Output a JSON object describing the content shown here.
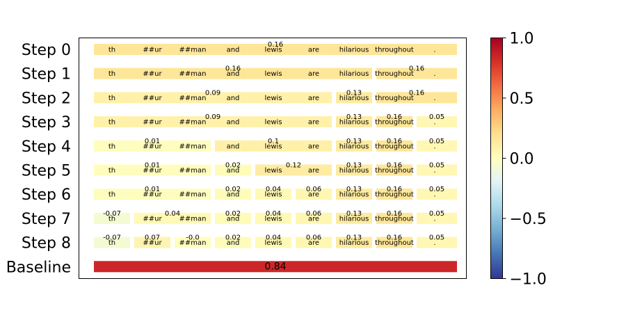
{
  "chart_data": {
    "type": "heatmap",
    "tokens": [
      "th",
      "##ur",
      "##man",
      "and",
      "lewis",
      "are",
      "hilarious",
      "throughout",
      "."
    ],
    "steps": [
      {
        "label": "Step 0",
        "segments": [
          {
            "start": 0,
            "end": 9,
            "value": 0.16
          }
        ]
      },
      {
        "label": "Step 1",
        "segments": [
          {
            "start": 0,
            "end": 7,
            "value": 0.16
          },
          {
            "start": 7,
            "end": 9,
            "value": 0.16
          }
        ]
      },
      {
        "label": "Step 2",
        "segments": [
          {
            "start": 0,
            "end": 6,
            "value": 0.09
          },
          {
            "start": 6,
            "end": 7,
            "value": 0.13
          },
          {
            "start": 7,
            "end": 9,
            "value": 0.16
          }
        ]
      },
      {
        "label": "Step 3",
        "segments": [
          {
            "start": 0,
            "end": 6,
            "value": 0.09
          },
          {
            "start": 6,
            "end": 7,
            "value": 0.13
          },
          {
            "start": 7,
            "end": 8,
            "value": 0.16
          },
          {
            "start": 8,
            "end": 9,
            "value": 0.05
          }
        ]
      },
      {
        "label": "Step 4",
        "segments": [
          {
            "start": 0,
            "end": 3,
            "value": 0.01
          },
          {
            "start": 3,
            "end": 6,
            "value": 0.1
          },
          {
            "start": 6,
            "end": 7,
            "value": 0.13
          },
          {
            "start": 7,
            "end": 8,
            "value": 0.16
          },
          {
            "start": 8,
            "end": 9,
            "value": 0.05
          }
        ]
      },
      {
        "label": "Step 5",
        "segments": [
          {
            "start": 0,
            "end": 3,
            "value": 0.01
          },
          {
            "start": 3,
            "end": 4,
            "value": 0.02
          },
          {
            "start": 4,
            "end": 6,
            "value": 0.12
          },
          {
            "start": 6,
            "end": 7,
            "value": 0.13
          },
          {
            "start": 7,
            "end": 8,
            "value": 0.16
          },
          {
            "start": 8,
            "end": 9,
            "value": 0.05
          }
        ]
      },
      {
        "label": "Step 6",
        "segments": [
          {
            "start": 0,
            "end": 3,
            "value": 0.01
          },
          {
            "start": 3,
            "end": 4,
            "value": 0.02
          },
          {
            "start": 4,
            "end": 5,
            "value": 0.04
          },
          {
            "start": 5,
            "end": 6,
            "value": 0.06
          },
          {
            "start": 6,
            "end": 7,
            "value": 0.13
          },
          {
            "start": 7,
            "end": 8,
            "value": 0.16
          },
          {
            "start": 8,
            "end": 9,
            "value": 0.05
          }
        ]
      },
      {
        "label": "Step 7",
        "segments": [
          {
            "start": 0,
            "end": 1,
            "value": -0.07
          },
          {
            "start": 1,
            "end": 3,
            "value": 0.04
          },
          {
            "start": 3,
            "end": 4,
            "value": 0.02
          },
          {
            "start": 4,
            "end": 5,
            "value": 0.04
          },
          {
            "start": 5,
            "end": 6,
            "value": 0.06
          },
          {
            "start": 6,
            "end": 7,
            "value": 0.13
          },
          {
            "start": 7,
            "end": 8,
            "value": 0.16
          },
          {
            "start": 8,
            "end": 9,
            "value": 0.05
          }
        ]
      },
      {
        "label": "Step 8",
        "segments": [
          {
            "start": 0,
            "end": 1,
            "value": -0.07
          },
          {
            "start": 1,
            "end": 2,
            "value": 0.07
          },
          {
            "start": 2,
            "end": 3,
            "value": -0.0
          },
          {
            "start": 3,
            "end": 4,
            "value": 0.02
          },
          {
            "start": 4,
            "end": 5,
            "value": 0.04
          },
          {
            "start": 5,
            "end": 6,
            "value": 0.06
          },
          {
            "start": 6,
            "end": 7,
            "value": 0.13
          },
          {
            "start": 7,
            "end": 8,
            "value": 0.16
          },
          {
            "start": 8,
            "end": 9,
            "value": 0.05
          }
        ]
      }
    ],
    "baseline": {
      "label": "Baseline",
      "value": 0.84
    },
    "colorbar": {
      "colormap": "RdYlBu_r",
      "min": -1.0,
      "max": 1.0,
      "ticks": [
        "1.0",
        "0.5",
        "0.0",
        "−0.5",
        "−1.0"
      ],
      "tick_values": [
        1.0,
        0.5,
        0.0,
        -0.5,
        -1.0
      ]
    }
  }
}
